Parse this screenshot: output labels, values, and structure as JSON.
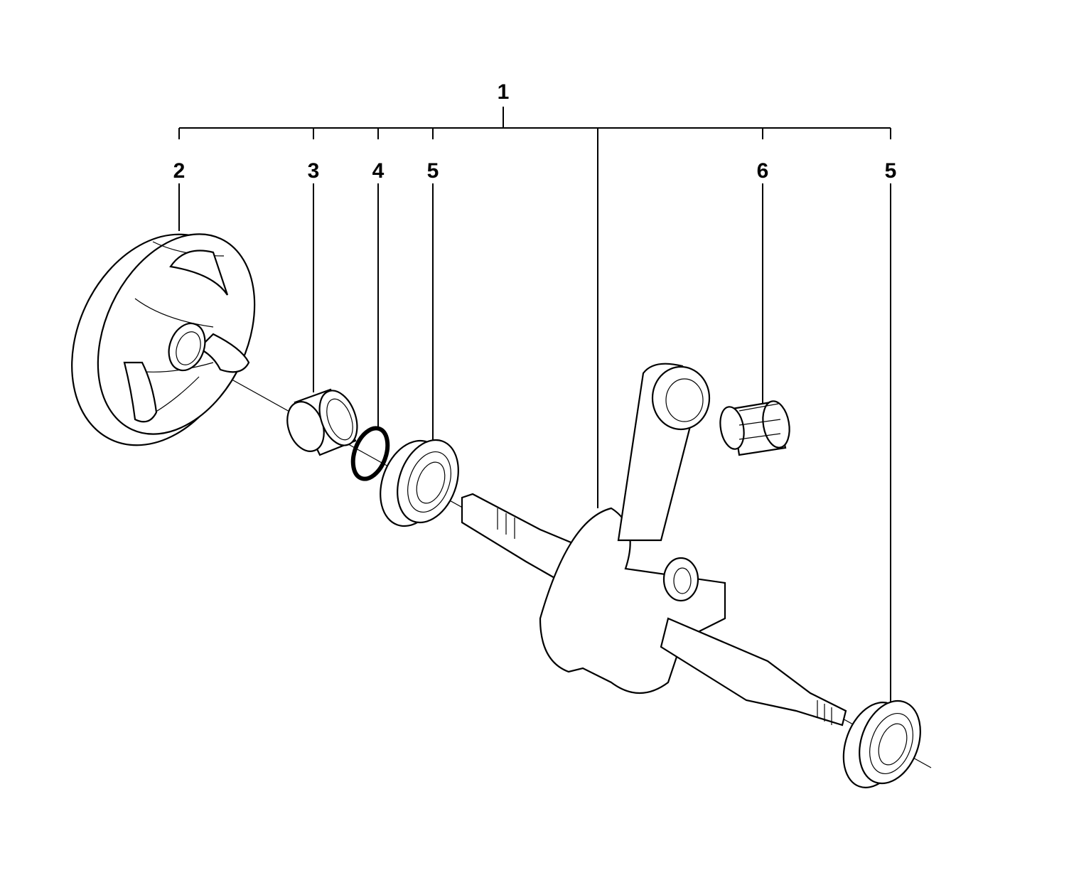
{
  "diagram": {
    "type": "exploded parts diagram",
    "callouts": [
      {
        "id": "assembly",
        "label": "1"
      },
      {
        "id": "clutch",
        "label": "2"
      },
      {
        "id": "sleeve",
        "label": "3"
      },
      {
        "id": "ring",
        "label": "4"
      },
      {
        "id": "bearing-left",
        "label": "5"
      },
      {
        "id": "needle-bearing",
        "label": "6"
      },
      {
        "id": "bearing-right",
        "label": "5"
      }
    ]
  }
}
